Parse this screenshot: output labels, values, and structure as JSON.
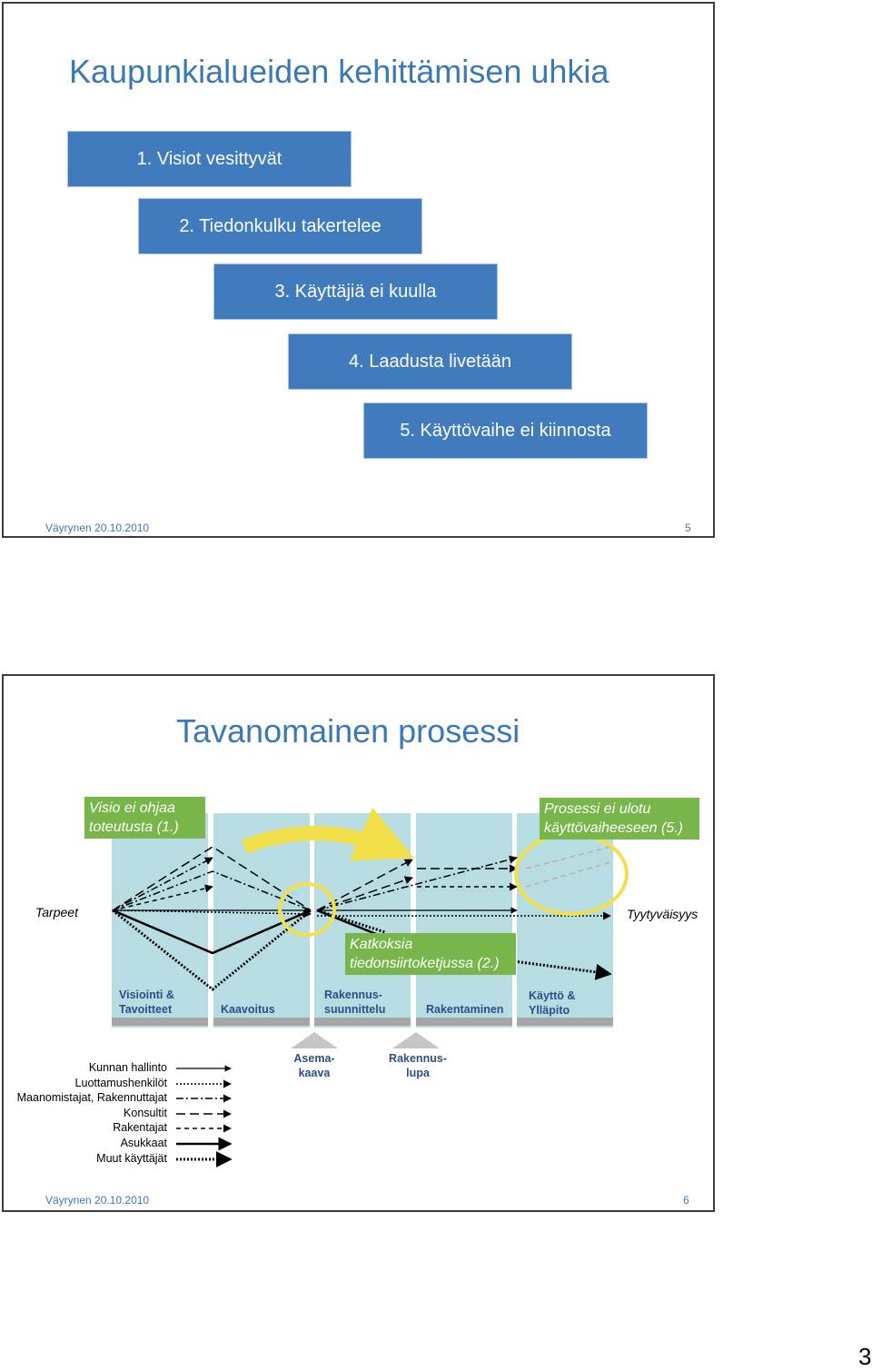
{
  "slide1": {
    "title": "Kaupunkialueiden kehittämisen uhkia",
    "steps": [
      "1. Visiot vesittyvät",
      "2. Tiedonkulku takertelee",
      "3. Käyttäjiä ei kuulla",
      "4. Laadusta livetään",
      "5. Käyttövaihe ei kiinnosta"
    ],
    "footer": "Väyrynen  20.10.2010",
    "page": "5"
  },
  "slide2": {
    "title": "Tavanomainen prosessi",
    "callouts": {
      "vision": "Visio ei ohjaa toteutusta (1.)",
      "process": "Prosessi ei ulotu käyttövaiheeseen (5.)",
      "breaks": "Katkoksia tiedonsiirtoketjussa (2.)"
    },
    "start_label": "Tarpeet",
    "end_label": "Tyytyväisyys",
    "phases": [
      "Visiointi & Tavoitteet",
      "Kaavoitus",
      "Rakennus- suunnittelu",
      "Rakentaminen",
      "Käyttö & Ylläpito"
    ],
    "milestones": [
      "Asema- kaava",
      "Rakennus- lupa"
    ],
    "legend": [
      "Kunnan hallinto",
      "Luottamushenkilöt",
      "Maanomistajat, Rakennuttajat",
      "Konsultit",
      "Rakentajat",
      "Asukkaat",
      "Muut käyttäjät"
    ],
    "footer": "Väyrynen  20.10.2010",
    "page": "6"
  },
  "document_page": "3",
  "colors": {
    "title_blue": "#3a78b6",
    "step_blue": "#3f7bbd",
    "callout_green": "#78b64b",
    "column_cyan": "#b7dde3",
    "phase_text": "#2b4f86",
    "highlight_yellow": "#f2e04a"
  }
}
